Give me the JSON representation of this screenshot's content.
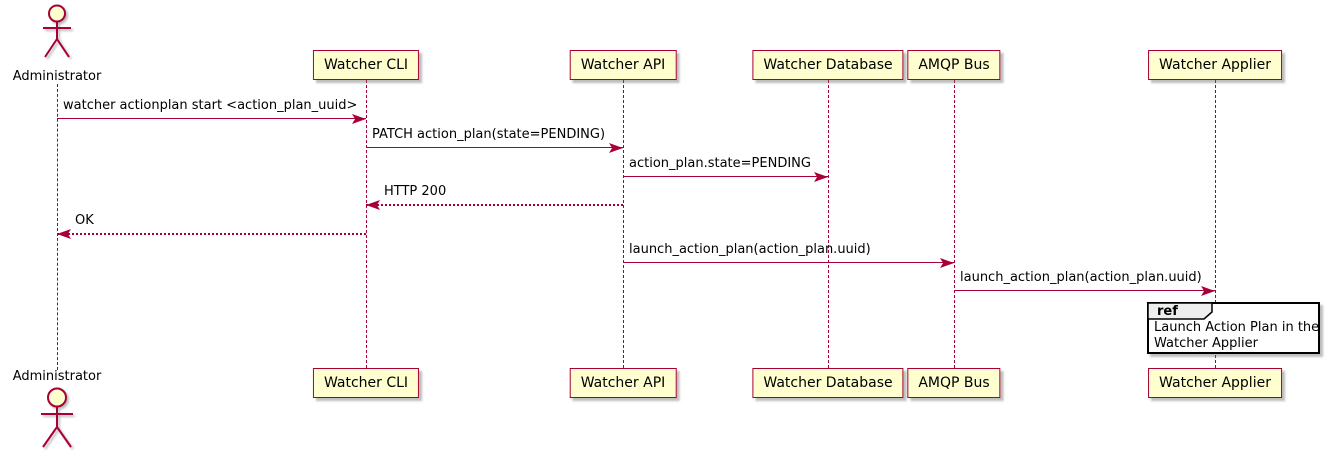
{
  "diagram": {
    "kind": "uml-sequence-diagram",
    "colors": {
      "participant_fill": "#FEFECE",
      "participant_border": "#A80036",
      "lifeline": "#A80036",
      "arrow": "#A80036",
      "text": "#000000",
      "ref_fill": "#FFFFFF",
      "ref_border": "#000000",
      "ref_header_fill": "#EEEEEE"
    }
  },
  "participants": [
    {
      "id": "administrator",
      "label": "Administrator",
      "type": "actor"
    },
    {
      "id": "watcher-cli",
      "label": "Watcher CLI",
      "type": "box"
    },
    {
      "id": "watcher-api",
      "label": "Watcher API",
      "type": "box"
    },
    {
      "id": "watcher-database",
      "label": "Watcher Database",
      "type": "box"
    },
    {
      "id": "amqp-bus",
      "label": "AMQP Bus",
      "type": "box"
    },
    {
      "id": "watcher-applier",
      "label": "Watcher Applier",
      "type": "box"
    }
  ],
  "messages": [
    {
      "label": "watcher actionplan start <action_plan_uuid>",
      "from": "administrator",
      "to": "watcher-cli",
      "line": "solid"
    },
    {
      "label": "PATCH action_plan(state=PENDING)",
      "from": "watcher-cli",
      "to": "watcher-api",
      "line": "solid"
    },
    {
      "label": "action_plan.state=PENDING",
      "from": "watcher-api",
      "to": "watcher-database",
      "line": "solid"
    },
    {
      "label": "HTTP 200",
      "from": "watcher-api",
      "to": "watcher-cli",
      "line": "dotted"
    },
    {
      "label": "OK",
      "from": "watcher-cli",
      "to": "administrator",
      "line": "dotted"
    },
    {
      "label": "launch_action_plan(action_plan.uuid)",
      "from": "watcher-api",
      "to": "amqp-bus",
      "line": "solid"
    },
    {
      "label": "launch_action_plan(action_plan.uuid)",
      "from": "amqp-bus",
      "to": "watcher-applier",
      "line": "solid"
    }
  ],
  "ref": {
    "keyword": "ref",
    "lines": [
      "Launch Action Plan in the",
      "Watcher Applier"
    ]
  }
}
